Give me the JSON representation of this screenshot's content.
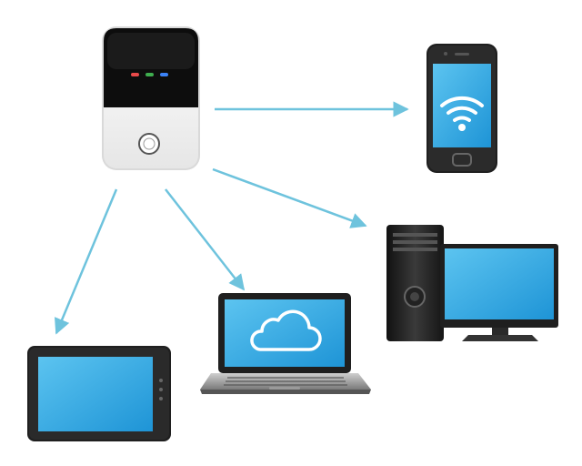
{
  "diagram": {
    "hub": {
      "icon": "mobile-wifi-hotspot-icon",
      "indicator_colors": [
        "#e84a4a",
        "#3fae4f",
        "#3b82f6"
      ]
    },
    "devices": [
      {
        "id": "smartphone",
        "icon": "smartphone-icon",
        "screen_glyph": "wifi-icon"
      },
      {
        "id": "desktop",
        "icon": "desktop-computer-icon",
        "screen_glyph": ""
      },
      {
        "id": "laptop",
        "icon": "laptop-icon",
        "screen_glyph": "cloud-icon"
      },
      {
        "id": "tablet",
        "icon": "tablet-icon",
        "screen_glyph": ""
      }
    ],
    "connections": [
      {
        "from": "hub",
        "to": "smartphone"
      },
      {
        "from": "hub",
        "to": "desktop"
      },
      {
        "from": "hub",
        "to": "laptop"
      },
      {
        "from": "hub",
        "to": "tablet"
      }
    ],
    "colors": {
      "arrow": "#6ec3dd",
      "screen": "#29a9e3",
      "device_body": "#1f1f1f",
      "hub_face": "#0d0d0d",
      "hub_lower": "#ffffff"
    }
  }
}
